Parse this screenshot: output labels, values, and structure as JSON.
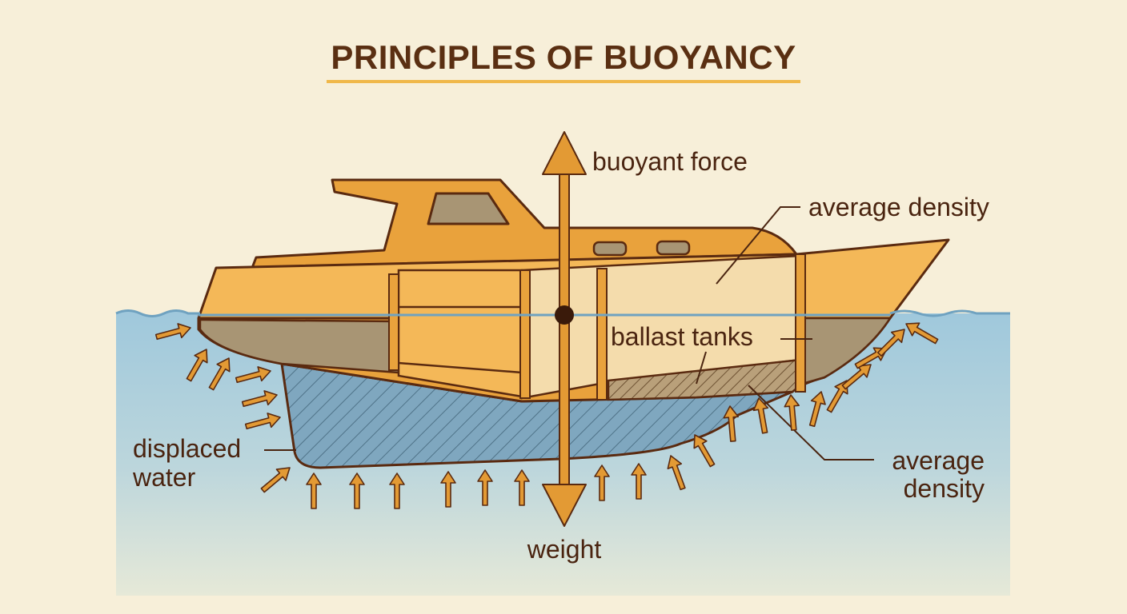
{
  "title": "PRINCIPLES OF BUOYANCY",
  "labels": {
    "buoyant_force": "buoyant force",
    "average_density_top": "average density",
    "ballast_tanks": "ballast tanks",
    "displaced_water_line1": "displaced",
    "displaced_water_line2": "water",
    "average_density_bottom_line1": "average",
    "average_density_bottom_line2": "density",
    "weight": "weight"
  },
  "colors": {
    "background": "#f7efd9",
    "title_text": "#5a2f12",
    "title_underline": "#f0b84a",
    "water_top": "#9fc8dc",
    "water_bottom": "#e4e8d8",
    "hull_orange": "#e9a23c",
    "hull_light": "#f4b858",
    "hull_panel": "#f4dcac",
    "submerged_grey": "#a89574",
    "displaced_water_blue": "#7fa7bf",
    "arrow_fill": "#e39a34",
    "outline": "#5a2a10"
  },
  "icons": {
    "buoyant_force_arrow": "arrow-up-icon",
    "weight_arrow": "arrow-down-icon",
    "pressure_arrows": "small-arrow-icon",
    "center_point": "dot-icon"
  }
}
